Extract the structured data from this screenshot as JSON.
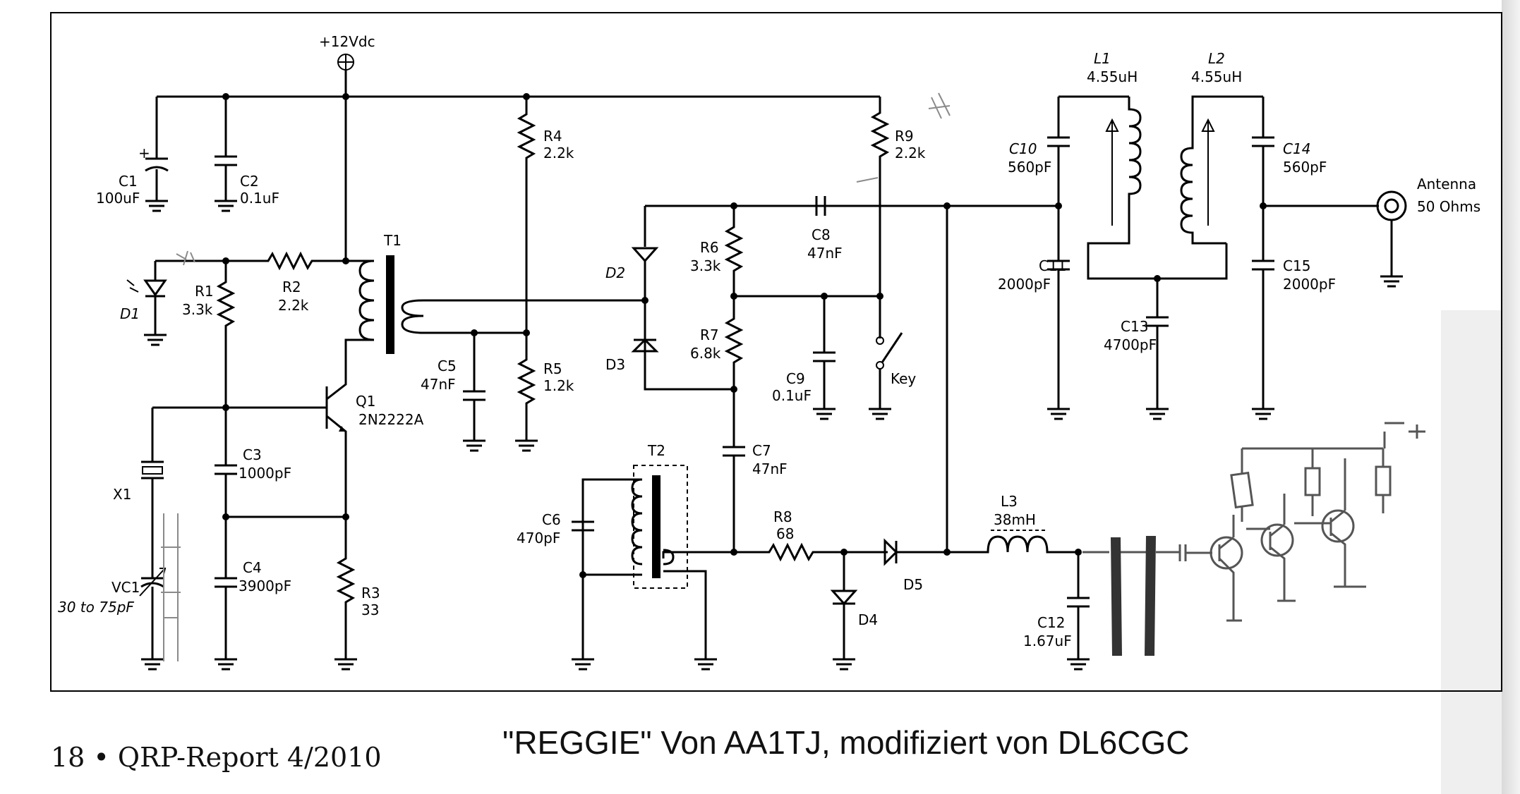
{
  "supply": "+12Vdc",
  "components": {
    "C1": {
      "ref": "C1",
      "value": "100uF"
    },
    "C2": {
      "ref": "C2",
      "value": "0.1uF"
    },
    "D1": {
      "ref": "D1"
    },
    "R1": {
      "ref": "R1",
      "value": "3.3k"
    },
    "R2": {
      "ref": "R2",
      "value": "2.2k"
    },
    "T1": {
      "ref": "T1"
    },
    "Q1": {
      "ref": "Q1",
      "value": "2N2222A"
    },
    "X1": {
      "ref": "X1"
    },
    "VC1": {
      "ref": "VC1",
      "value": "30 to 75pF"
    },
    "C3": {
      "ref": "C3",
      "value": "1000pF"
    },
    "C4": {
      "ref": "C4",
      "value": "3900pF"
    },
    "R3": {
      "ref": "R3",
      "value": "33"
    },
    "R4": {
      "ref": "R4",
      "value": "2.2k"
    },
    "R5": {
      "ref": "R5",
      "value": "1.2k"
    },
    "C5": {
      "ref": "C5",
      "value": "47nF"
    },
    "D2": {
      "ref": "D2"
    },
    "D3": {
      "ref": "D3"
    },
    "R6": {
      "ref": "R6",
      "value": "3.3k"
    },
    "R7": {
      "ref": "R7",
      "value": "6.8k"
    },
    "C8": {
      "ref": "C8",
      "value": "47nF"
    },
    "C9": {
      "ref": "C9",
      "value": "0.1uF"
    },
    "R9": {
      "ref": "R9",
      "value": "2.2k"
    },
    "Key": {
      "ref": "Key"
    },
    "T2": {
      "ref": "T2"
    },
    "C6": {
      "ref": "C6",
      "value": "470pF"
    },
    "C7": {
      "ref": "C7",
      "value": "47nF"
    },
    "R8": {
      "ref": "R8",
      "value": "68"
    },
    "D4": {
      "ref": "D4"
    },
    "D5": {
      "ref": "D5"
    },
    "L3": {
      "ref": "L3",
      "value": "38mH"
    },
    "C12": {
      "ref": "C12",
      "value": "1.67uF"
    },
    "C10": {
      "ref": "C10",
      "value": "560pF"
    },
    "C11": {
      "ref": "C11",
      "value": "2000pF"
    },
    "L1": {
      "ref": "L1",
      "value": "4.55uH"
    },
    "L2": {
      "ref": "L2",
      "value": "4.55uH"
    },
    "C13": {
      "ref": "C13",
      "value": "4700pF"
    },
    "C14": {
      "ref": "C14",
      "value": "560pF"
    },
    "C15": {
      "ref": "C15",
      "value": "2000pF"
    },
    "Antenna": {
      "ref": "Antenna",
      "value": "50 Ohms"
    }
  },
  "footer": {
    "page": "18 • QRP-Report 4/2010",
    "caption": "\"REGGIE\" Von AA1TJ, modifiziert von DL6CGC"
  }
}
